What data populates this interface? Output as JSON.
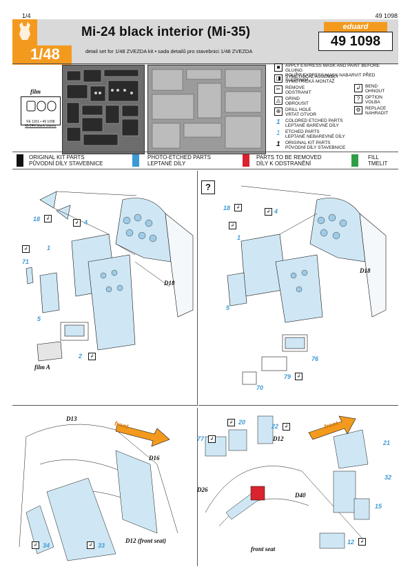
{
  "page": {
    "number": "1/4",
    "doc_code": "49 1098"
  },
  "header": {
    "brand": "eduard",
    "title": "Mi-24 black interior (Mi-35)",
    "code": "49 1098",
    "scale": "1/48",
    "subtitle": "detail set for 1/48 ZVEZDA kit • sada detailů pro stavebnici 1/48 ZVEZDA"
  },
  "sheet": {
    "film_label": "film",
    "film_text1": "FE 1101 • 49 1098",
    "film_text2": "Mi-24V black interior"
  },
  "legend": {
    "items": [
      {
        "text": "APPLY EXPRESS MASK AND PAINT BEFORE GLUING\nPOUŽIT EXPRESS MASK NABARVIT PŘED SLEPENÍM",
        "icon": "mask-icon"
      },
      {
        "text": "SYMETRICAL ASSEMBLY\nSYMETRICKÁ MONTÁŽ",
        "icon": "symmetry-icon"
      },
      {
        "text": "REMOVE\nODSTRANIT",
        "icon": "remove-icon"
      },
      {
        "text": "GRIND\nOBROUSIT",
        "icon": "grind-icon"
      },
      {
        "text": "DRILL HOLE\nVRTAT OTVOR",
        "icon": "drill-icon"
      },
      {
        "text": "COLORED ETCHED PARTS\nLEPTANÉ BAREVNÉ DÍLY",
        "icon": "colored-part-icon"
      },
      {
        "text": "ETCHED PARTS\nLEPTANÉ NEBAREVNÉ DÍLY",
        "icon": "etched-part-icon"
      },
      {
        "text": "ORIGINAL KIT PARTS\nPŮVODNÍ DÍLY STAVEBNICE",
        "icon": "kit-part-icon"
      }
    ],
    "right_items": [
      {
        "text": "BEND\nOHNOUT"
      },
      {
        "text": "OPTION\nVOLBA"
      },
      {
        "text": "REPLACE\nNAHRADIT"
      }
    ]
  },
  "color_legend": [
    {
      "label": "ORIGINAL KIT PARTS\nPŮVODNÍ DÍLY STAVEBNICE",
      "color": "#111111"
    },
    {
      "label": "PHOTO-ETCHED PARTS\nLEPTANÉ DÍLY",
      "color": "#3b9ad6"
    },
    {
      "label": "PARTS TO BE REMOVED\nDÍLY K ODSTRANĚNÍ",
      "color": "#d9232e"
    },
    {
      "label": "FILL\nTMELIT",
      "color": "#2f9e48"
    }
  ],
  "colors": {
    "accent": "#f39a1e",
    "pe_blue": "#3b9ad6",
    "light_blue": "#b8dcf0",
    "red": "#d9232e"
  },
  "step1": {
    "parts": [
      "18",
      "4",
      "1",
      "71",
      "5",
      "2"
    ],
    "labels": {
      "d18": "D18",
      "film": "film A"
    }
  },
  "step2": {
    "option": "?",
    "parts": [
      "18",
      "4",
      "1",
      "5",
      "76",
      "79",
      "70"
    ],
    "labels": {
      "d18": "D18"
    }
  },
  "step3": {
    "front": "front",
    "parts": [
      "34",
      "33"
    ],
    "labels": {
      "d13": "D13",
      "d16": "D16",
      "d12": "D12 (front seat)"
    }
  },
  "step4": {
    "front": "front",
    "parts": [
      "20",
      "22",
      "77",
      "21",
      "32",
      "15",
      "12"
    ],
    "labels": {
      "d12": "D12",
      "d26": "D26",
      "d40": "D40",
      "seat": "front seat"
    }
  }
}
